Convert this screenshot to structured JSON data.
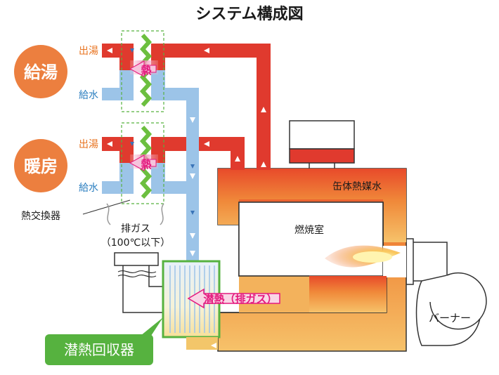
{
  "title": "システム構成図",
  "kyuto": {
    "badge": "給湯",
    "hot_out": "出湯",
    "water_in": "給水",
    "heat": "熱"
  },
  "danbo": {
    "badge": "暖房",
    "hot_out": "出湯",
    "water_in": "給水",
    "heat": "熱"
  },
  "heat_exchanger_label": "熱交換器",
  "exhaust": {
    "label": "排ガス",
    "temp": "（100℃以下）"
  },
  "boiler_label": "缶体熱媒水",
  "combustion_label": "燃焼室",
  "burner_label": "バーナー",
  "latent_heat_label": "潜熱（排ガス）",
  "latent_recovery_label": "潜熱回収器",
  "colors": {
    "hot_red": "#e03a2e",
    "cold_blue": "#9cc4e8",
    "cold_blue_dark": "#3a74b8",
    "orange_badge": "#ec7f3f",
    "green": "#56b23f",
    "pink": "#e4197e",
    "label_orange": "#e8731f",
    "label_blue": "#2c7fc0"
  }
}
